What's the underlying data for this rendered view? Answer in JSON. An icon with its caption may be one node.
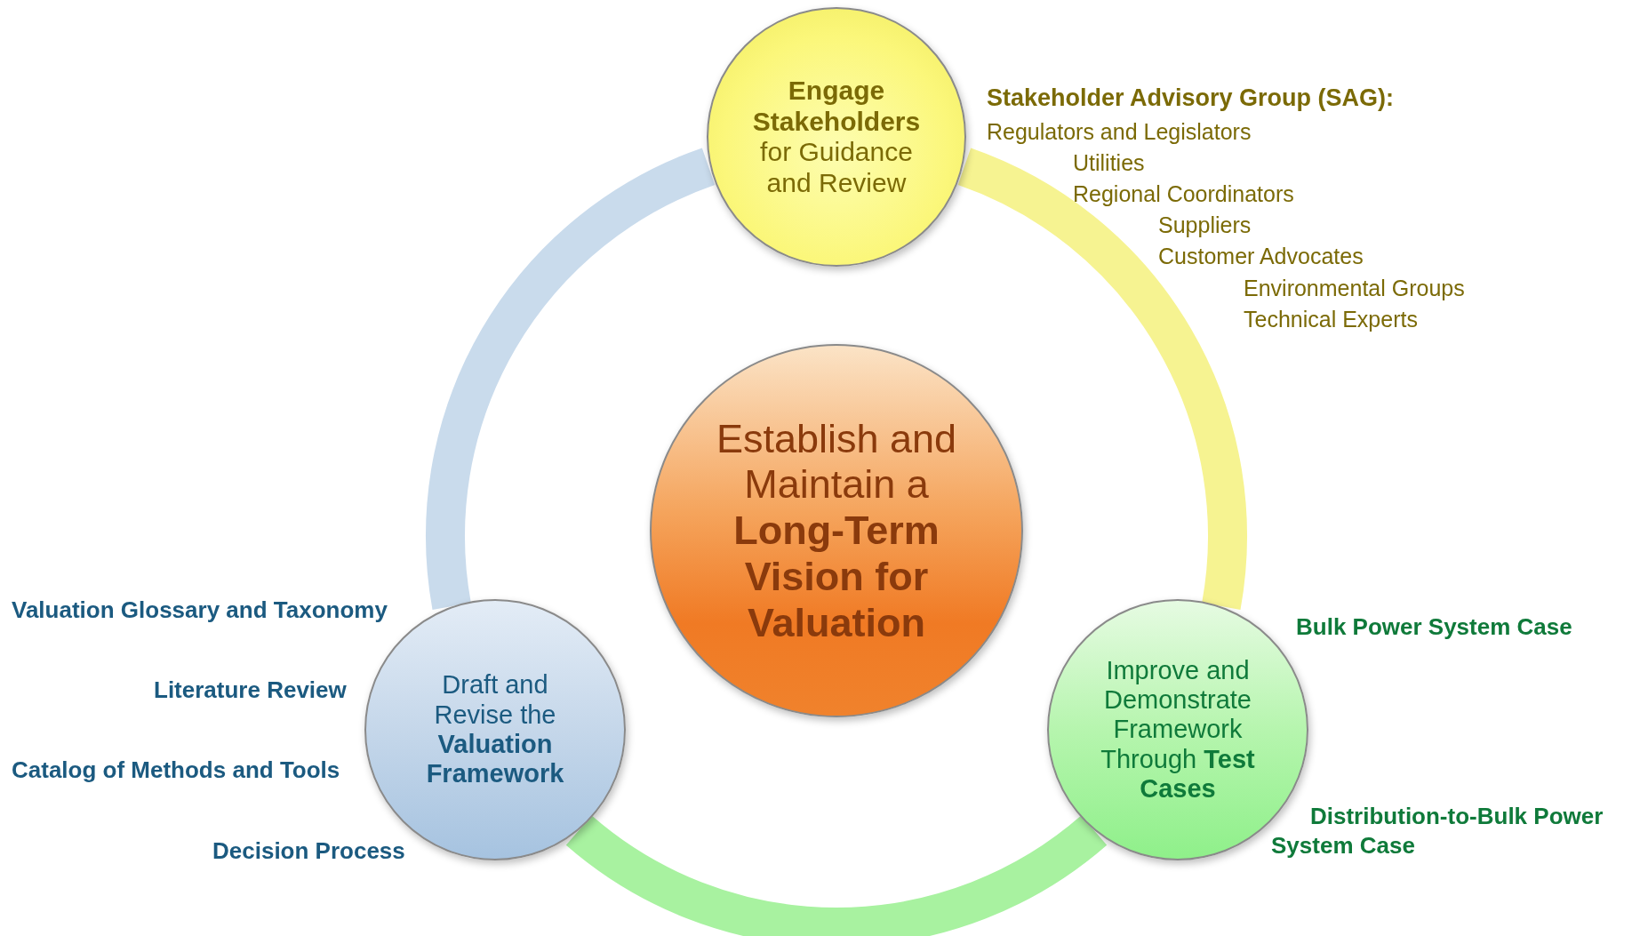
{
  "diagram": {
    "nodes": [
      {
        "text": [
          "**Engage Stakeholders** for Guidance and Review"
        ],
        "beside": [
          "Stakeholder Advisory Group (SAG):",
          "Regulators and Legislators",
          "Utilities",
          "Regional Coordinators",
          "Suppliers",
          "Customer Advocates",
          "Environmental Groups",
          "Technical Experts"
        ]
      },
      {
        "text": [
          "Establish and Maintain a **Long-Term Vision for Valuation**"
        ]
      },
      {
        "text": [
          "Draft and Revise the **Valuation Framework**"
        ],
        "beside": [
          "Valuation Glossary and Taxonomy",
          "Literature Review",
          "Catalog of Methods and Tools",
          "Decision Process"
        ]
      },
      {
        "text": [
          "Improve and Demonstrate Framework Through **Test Cases**"
        ],
        "beside": [
          "Bulk Power System Case",
          "Distribution-to-Bulk Power System Case"
        ]
      }
    ],
    "edges": [
      {
        "from": 0,
        "to": 3,
        "arrow": "none",
        "color": "#f6f391"
      },
      {
        "from": 3,
        "to": 2,
        "arrow": "none",
        "color": "#a8f2a0"
      },
      {
        "from": 2,
        "to": 0,
        "arrow": "none",
        "color": "#c9dbec"
      }
    ]
  }
}
